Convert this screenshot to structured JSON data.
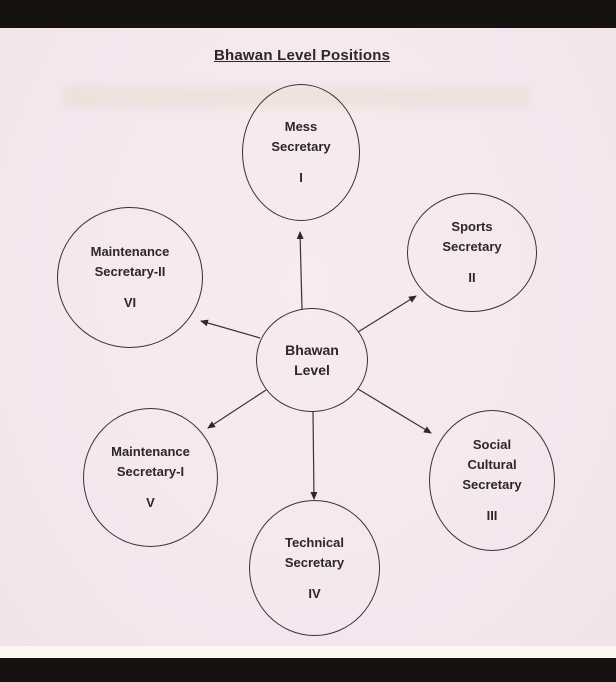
{
  "title": "Bhawan Level Positions",
  "center": {
    "lines": [
      "Bhawan",
      "Level"
    ]
  },
  "nodes": {
    "mess": {
      "lines": [
        "Mess",
        "Secretary"
      ],
      "numeral": "I"
    },
    "sports": {
      "lines": [
        "Sports",
        "Secretary"
      ],
      "numeral": "II"
    },
    "social": {
      "lines": [
        "Social",
        "Cultural",
        "Secretary"
      ],
      "numeral": "III"
    },
    "technical": {
      "lines": [
        "Technical",
        "Secretary"
      ],
      "numeral": "IV"
    },
    "maintenance1": {
      "lines": [
        "Maintenance",
        "Secretary-I"
      ],
      "numeral": "V"
    },
    "maintenance2": {
      "lines": [
        "Maintenance",
        "Secretary-II"
      ],
      "numeral": "VI"
    }
  },
  "edges": [
    {
      "from": "Bhawan Level",
      "to": "Mess Secretary"
    },
    {
      "from": "Bhawan Level",
      "to": "Sports Secretary"
    },
    {
      "from": "Bhawan Level",
      "to": "Social Cultural Secretary"
    },
    {
      "from": "Bhawan Level",
      "to": "Technical Secretary"
    },
    {
      "from": "Bhawan Level",
      "to": "Maintenance Secretary-I"
    },
    {
      "from": "Bhawan Level",
      "to": "Maintenance Secretary-II"
    }
  ],
  "colors": {
    "page_background": "#f5e8ee",
    "scan_bar": "#16120f",
    "ink": "#2d2824"
  }
}
